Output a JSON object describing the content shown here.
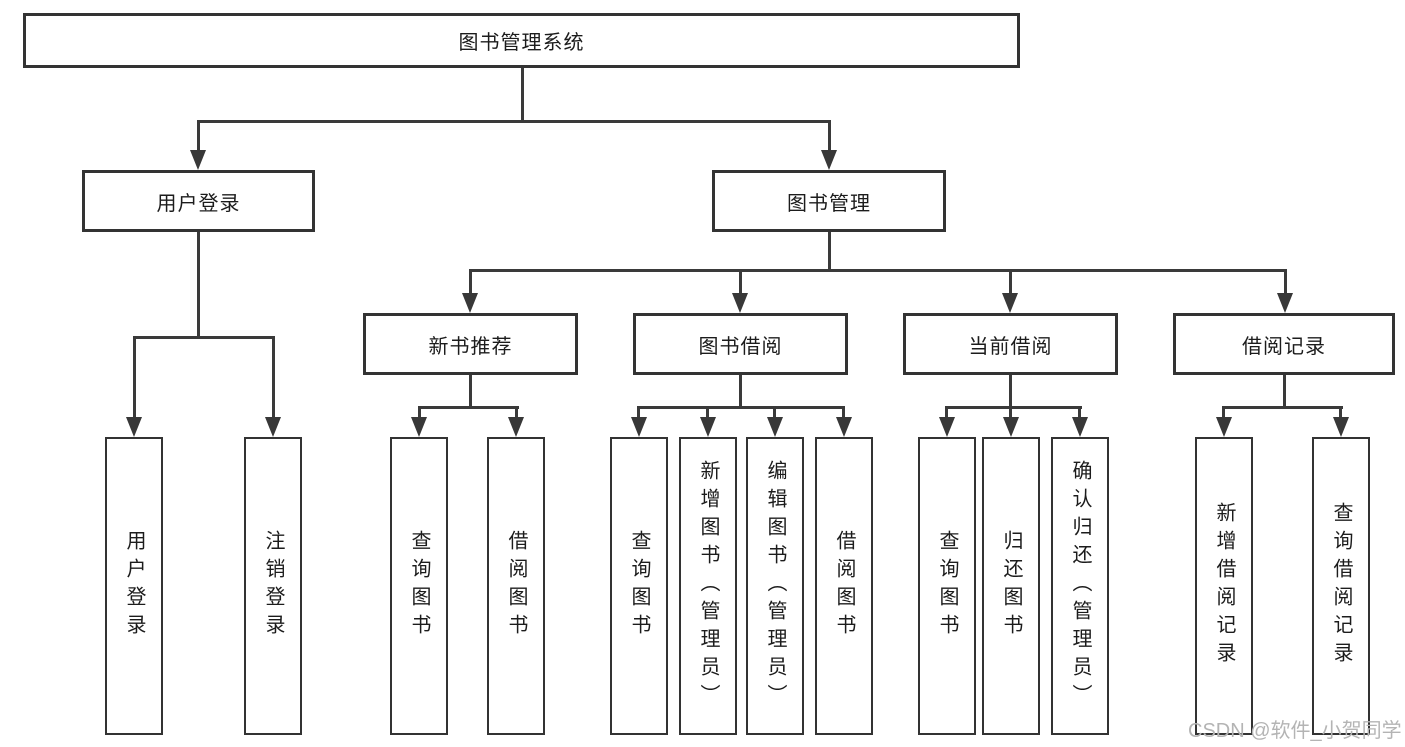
{
  "diagram": {
    "title": "图书管理系统",
    "nodes": {
      "user_login": "用户登录",
      "book_mgmt": "图书管理",
      "new_book": "新书推荐",
      "borrow": "图书借阅",
      "current": "当前借阅",
      "records": "借阅记录"
    },
    "leaves": {
      "user_login": [
        "用户登录",
        "注销登录"
      ],
      "new_book": [
        "查询图书",
        "借阅图书"
      ],
      "borrow": [
        "查询图书",
        "新增图书（管理员）",
        "编辑图书（管理员）",
        "借阅图书"
      ],
      "current": [
        "查询图书",
        "归还图书",
        "确认归还（管理员）"
      ],
      "records": [
        "新增借阅记录",
        "查询借阅记录"
      ]
    }
  },
  "watermark": "CSDN @软件_小贺同学"
}
